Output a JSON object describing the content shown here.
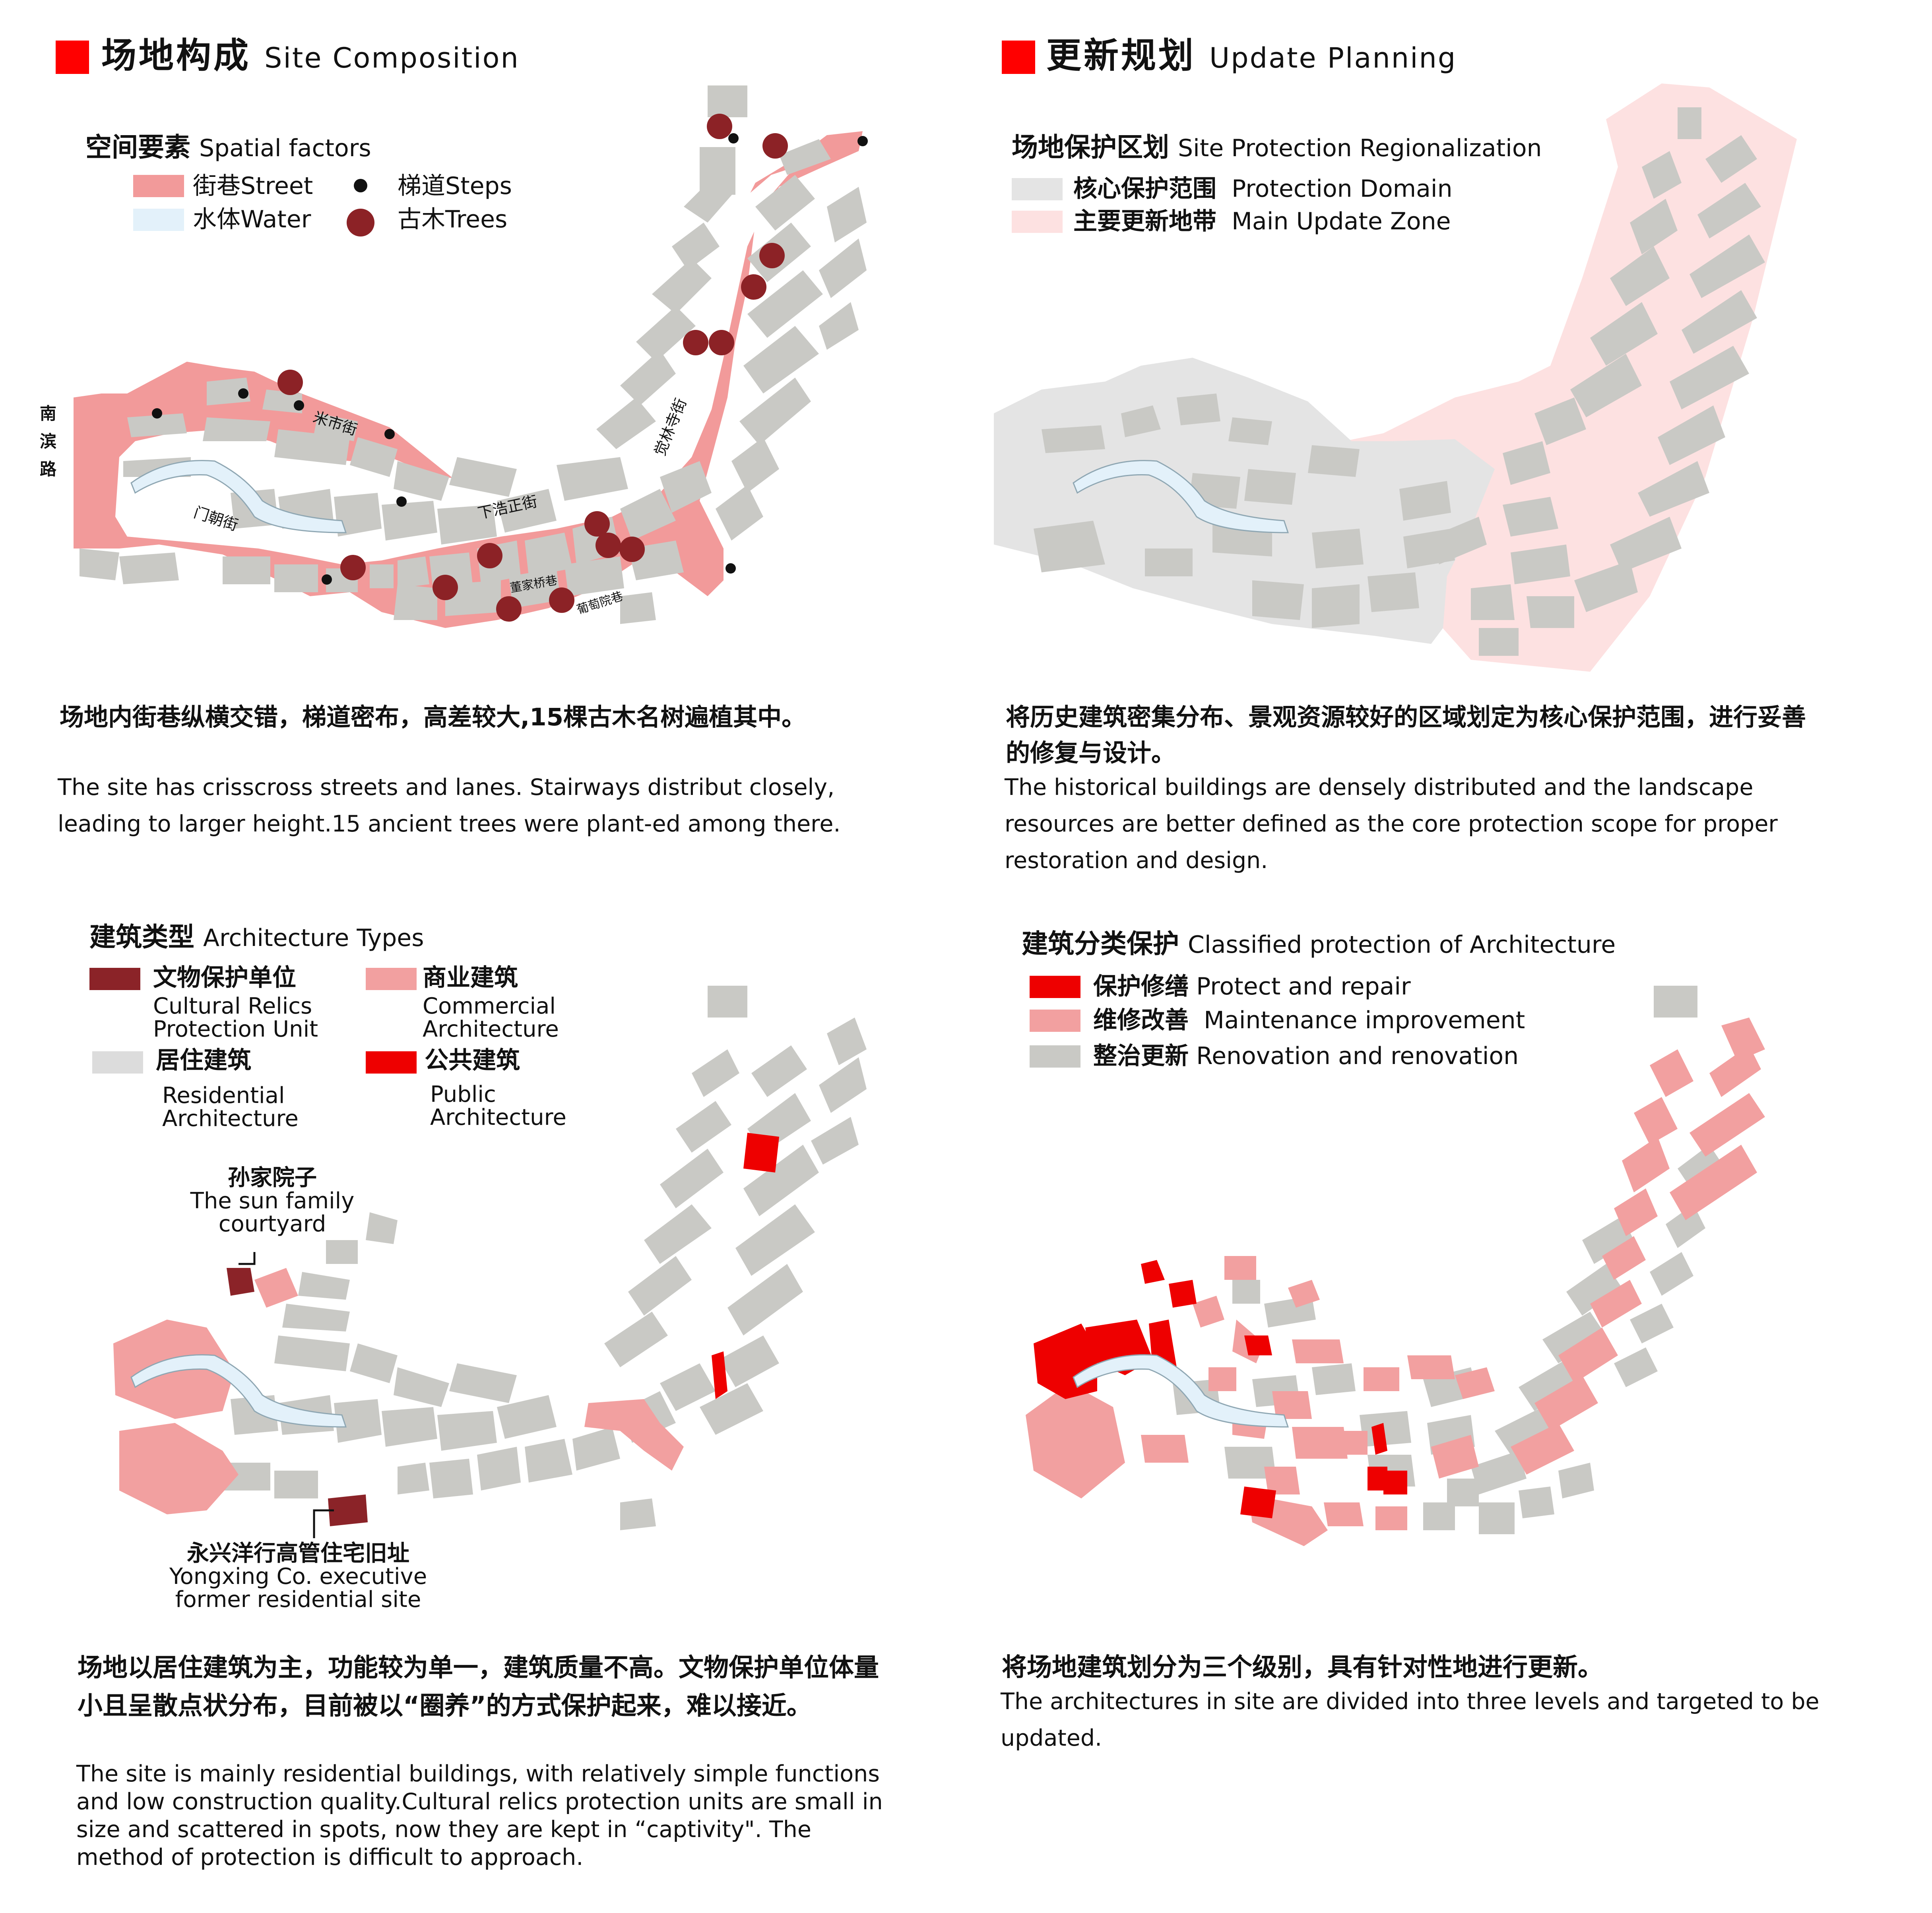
{
  "colors": {
    "street": "#f29a9a",
    "water": "#e3f1fa",
    "steps": "#111111",
    "trees": "#8c2226",
    "building": "#c9c9c5",
    "relic": "#8b2328",
    "commercial": "#f2a0a0",
    "residential": "#dcdcdc",
    "public": "#ee0000",
    "protect_domain": "#e4e4e4",
    "update_zone": "#fde1e1",
    "accent": "#ff0000"
  },
  "s1": {
    "title_cn": "场地构成",
    "title_en": "Site Composition",
    "sub_cn": "空间要素",
    "sub_en": "Spatial factors",
    "legend": {
      "street": "街巷Street",
      "water": "水体Water",
      "steps": "梯道Steps",
      "trees": "古木Trees"
    },
    "labels": {
      "nanbin1": "南",
      "nanbin2": "滨",
      "nanbin3": "路",
      "mishi": "米市街",
      "menchao": "门朝街",
      "xiahao": "下浩正街",
      "juelin": "觉林寺街",
      "dongjia": "董家桥巷",
      "putao": "葡萄院巷"
    },
    "desc_cn": "场地内街巷纵横交错，梯道密布，高差较大,15棵古木名树遍植其中。",
    "desc_en": "The site has crisscross streets and lanes. Stairways distribut closely, leading to larger height.15 ancient trees were plant-ed among there."
  },
  "s2": {
    "title_cn": "更新规划",
    "title_en": "Update Planning",
    "sub_cn": "场地保护区划",
    "sub_en": "Site Protection Regionalization",
    "legend": {
      "domain_cn": "核心保护范围",
      "domain_en": "Protection Domain",
      "update_cn": "主要更新地带",
      "update_en": "Main Update Zone"
    },
    "desc_cn": "将历史建筑密集分布、景观资源较好的区域划定为核心保护范围，进行妥善的修复与设计。",
    "desc_en": "The historical buildings are densely distributed and the landscape resources are better defined as the core protection scope for proper restoration and design."
  },
  "s3": {
    "sub_cn": "建筑类型",
    "sub_en": "Architecture Types",
    "legend": {
      "relic_cn": "文物保护单位",
      "relic_en1": "Cultural Relics",
      "relic_en2": "Protection Unit",
      "comm_cn": "商业建筑",
      "comm_en1": "Commercial",
      "comm_en2": "Architecture",
      "resi_cn": "居住建筑",
      "resi_en1": "Residential",
      "resi_en2": "Architecture",
      "pub_cn": "公共建筑",
      "pub_en1": "Public",
      "pub_en2": "Architecture"
    },
    "callout1": {
      "cn": "孙家院子",
      "en1": "The sun family",
      "en2": "courtyard"
    },
    "callout2": {
      "cn": "永兴洋行高管住宅旧址",
      "en1": "Yongxing Co. executive",
      "en2": "former residential site"
    },
    "desc_cn": "场地以居住建筑为主，功能较为单一，建筑质量不高。文物保护单位体量小且呈散点状分布，目前被以“圈养”的方式保护起来，难以接近。",
    "desc_en": "The site is mainly residential buildings, with relatively simple functions and low construction quality.Cultural relics protection units are small in size and scattered in spots, now they are kept in “captivity\". The method of protection is difficult to approach."
  },
  "s4": {
    "sub_cn": "建筑分类保护",
    "sub_en": "Classified protection of Architecture",
    "legend": {
      "protect_cn": "保护修缮",
      "protect_en": "Protect and repair",
      "maint_cn": "维修改善",
      "maint_en": "Maintenance improvement",
      "renov_cn": "整治更新",
      "renov_en": "Renovation and renovation"
    },
    "desc_cn": "将场地建筑划分为三个级别，具有针对性地进行更新。",
    "desc_en": "The architectures in site are divided into three levels and targeted to be updated."
  }
}
